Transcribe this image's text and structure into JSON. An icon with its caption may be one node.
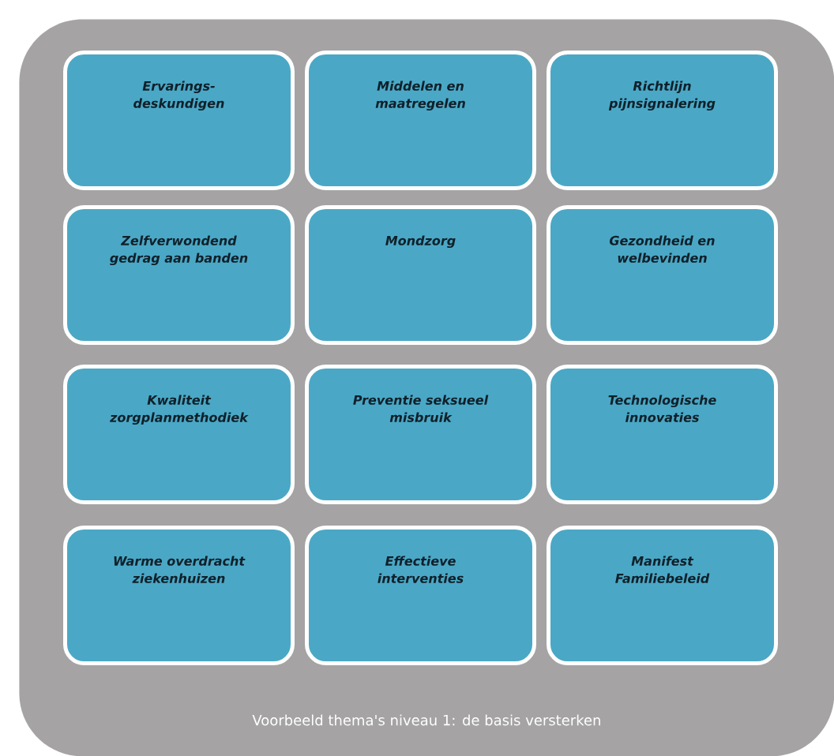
{
  "diagram": {
    "nodes": [
      {
        "text": [
          "Voorbeeld thema's niveau 1: de basis versterken"
        ]
      },
      {
        "text": [
          "Ervarings- deskundigen"
        ],
        "in": 0
      },
      {
        "text": [
          "Middelen en maatregelen"
        ],
        "in": 0
      },
      {
        "text": [
          "Richtlijn pijnsignalering"
        ],
        "in": 0
      },
      {
        "text": [
          "Zelfverwondend gedrag aan banden"
        ],
        "in": 0
      },
      {
        "text": [
          "Mondzorg"
        ],
        "in": 0
      },
      {
        "text": [
          "Gezondheid en welbevinden"
        ],
        "in": 0
      },
      {
        "text": [
          "Kwaliteit zorgplanmethodiek"
        ],
        "in": 0
      },
      {
        "text": [
          "Preventie seksueel misbruik"
        ],
        "in": 0
      },
      {
        "text": [
          "Technologische innovaties"
        ],
        "in": 0
      },
      {
        "text": [
          "Warme overdracht ziekenhuizen"
        ],
        "in": 0
      },
      {
        "text": [
          "Effectieve interventies"
        ],
        "in": 0
      },
      {
        "text": [
          "Manifest Familiebeleid"
        ],
        "in": 0
      }
    ]
  }
}
